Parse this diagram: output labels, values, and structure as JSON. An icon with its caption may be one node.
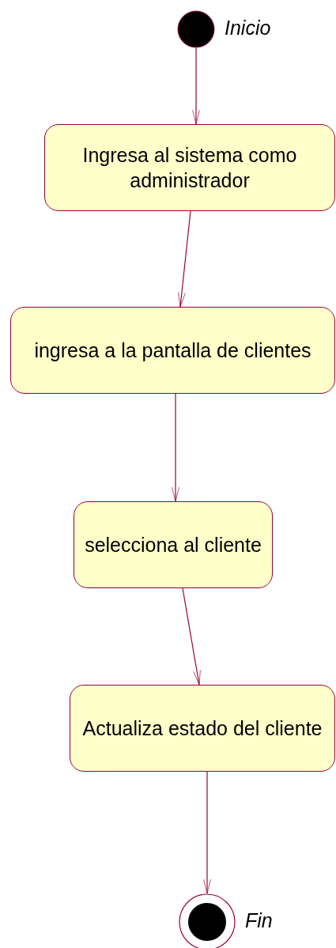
{
  "diagram": {
    "nodes": [
      {
        "text": [],
        "shape": "circle",
        "beside": [
          "Inicio"
        ]
      },
      {
        "text": [
          "Ingresa al sistema como administrador"
        ]
      },
      {
        "text": [
          "ingresa a la pantalla de clientes"
        ]
      },
      {
        "text": [
          "selecciona al cliente"
        ]
      },
      {
        "text": [
          "Actualiza estado del cliente"
        ]
      },
      {
        "text": [],
        "shape": "circle",
        "beside": [
          "Fin"
        ]
      }
    ],
    "edges": [
      {
        "from": 0,
        "to": 1,
        "arrow": "to"
      },
      {
        "from": 1,
        "to": 2,
        "arrow": "to"
      },
      {
        "from": 2,
        "to": 3,
        "arrow": "to"
      },
      {
        "from": 3,
        "to": 4,
        "arrow": "to"
      },
      {
        "from": 4,
        "to": 5,
        "arrow": "to"
      }
    ]
  }
}
